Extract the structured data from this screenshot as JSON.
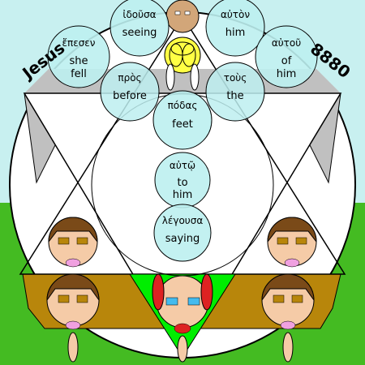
{
  "corner_labels": {
    "left": "Jesus",
    "right": "8880"
  },
  "words": [
    {
      "id": "word-idousa",
      "greek": "ἰδοῦσα",
      "english": [
        "seeing"
      ]
    },
    {
      "id": "word-auton",
      "greek": "αὐτὸν",
      "english": [
        "him"
      ]
    },
    {
      "id": "word-epesen",
      "greek": "ἔπεσεν",
      "english": [
        "she",
        "fell"
      ]
    },
    {
      "id": "word-autou",
      "greek": "αὐτοῦ",
      "english": [
        "of",
        "him"
      ]
    },
    {
      "id": "word-pros",
      "greek": "πρὸς",
      "english": [
        "before"
      ]
    },
    {
      "id": "word-tous",
      "greek": "τοὺς",
      "english": [
        "the"
      ]
    },
    {
      "id": "word-podas",
      "greek": "πόδας",
      "english": [
        "feet"
      ]
    },
    {
      "id": "word-auto",
      "greek": "αὐτῷ",
      "english": [
        "to",
        "him"
      ]
    },
    {
      "id": "word-legousa",
      "greek": "λέγουσα",
      "english": [
        "saying"
      ]
    }
  ],
  "colors": {
    "sky": "#c8f0f0",
    "grass": "#44bb22",
    "ground": "#b8860b",
    "bubble": "#bdeff0",
    "gray": "#c0c0c0",
    "green_tri": "#00ee00",
    "skin": "#f5cba7",
    "hair": "#7a4a18",
    "flower": "#ffff44",
    "pink": "#f0a0e0",
    "brown_face": "#d2a679"
  }
}
